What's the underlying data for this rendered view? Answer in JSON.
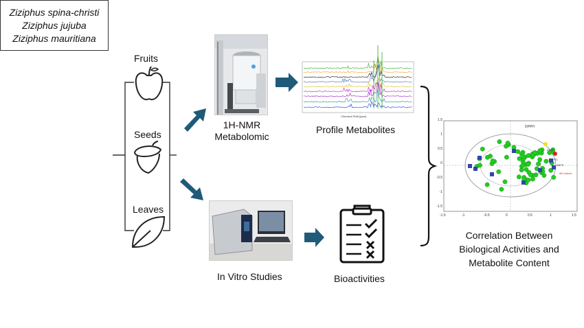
{
  "species": [
    "Ziziphus spina-christi",
    "Ziziphus jujuba",
    "Ziziphus mauritiana"
  ],
  "parts": {
    "fruits": "Fruits",
    "seeds": "Seeds",
    "leaves": "Leaves"
  },
  "nmr": {
    "line1": "1H-NMR",
    "line2": "Metabolomic"
  },
  "profile_label": "Profile Metabolites",
  "spectrum_axis_label": "Chemical Shift (ppm)",
  "invitro_label": "In Vitro Studies",
  "bioactivities_label": "Bioactivities",
  "correlation_label": [
    "Correlation Between",
    "Biological Activities and",
    "Metabolite Content"
  ],
  "plot_ticks_y": [
    "1.5",
    "1",
    "0.5",
    "0",
    "-0.5",
    "-1",
    "-1.5"
  ],
  "plot_ticks_x": [
    "-1.5",
    "-1",
    "-0.5",
    "0",
    "0.5",
    "1",
    "1.5"
  ],
  "plot_labels": {
    "dpph": "DPPH",
    "frap": "FRAP",
    "all_leaves": "All Leaves",
    "abts": "ABTS",
    "tpc": "TPC"
  },
  "colors": {
    "arrow": "#1f5a78",
    "point_green": "#22cc22",
    "point_blue": "#3344aa",
    "label_red": "#cc2222"
  }
}
